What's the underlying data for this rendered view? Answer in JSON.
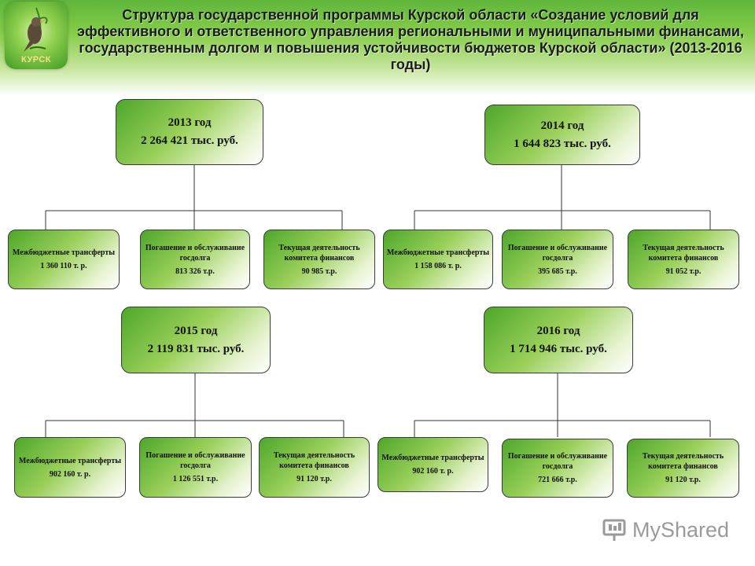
{
  "logo": {
    "text": "КУРСК"
  },
  "title": "Структура государственной программы Курской области «Создание условий для эффективного и ответственного управления региональными и муниципальными финансами, государственным долгом и повышения устойчивости бюджетов Курской области» (2013-2016 годы)",
  "years": [
    {
      "year": "2013 год",
      "total": "2 264 421 тыс. руб.",
      "items": [
        {
          "label": "Межбюджетные трансферты",
          "value": "1 360 110 т. р."
        },
        {
          "label": "Погашение и обслуживание госдолга",
          "value": "813 326 т.р."
        },
        {
          "label": "Текущая деятельность комитета финансов",
          "value": "90 985 т.р."
        }
      ]
    },
    {
      "year": "2014 год",
      "total": "1 644 823 тыс. руб.",
      "items": [
        {
          "label": "Межбюджетные трансферты",
          "value": "1 158 086 т. р."
        },
        {
          "label": "Погашение и обслуживание госдолга",
          "value": "395 685 т.р."
        },
        {
          "label": "Текущая деятельность комитета финансов",
          "value": "91 052 т.р."
        }
      ]
    },
    {
      "year": "2015 год",
      "total": "2 119 831 тыс. руб.",
      "items": [
        {
          "label": "Межбюджетные трансферты",
          "value": "902 160 т. р."
        },
        {
          "label": "Погашение и обслуживание госдолга",
          "value": "1 126 551 т.р."
        },
        {
          "label": "Текущая деятельность комитета финансов",
          "value": "91 120 т.р."
        }
      ]
    },
    {
      "year": "2016 год",
      "total": "1 714 946 тыс. руб.",
      "items": [
        {
          "label": "Межбюджетные трансферты",
          "value": "902 160 т. р."
        },
        {
          "label": "Погашение и обслуживание госдолга",
          "value": "721 666 т.р."
        },
        {
          "label": "Текущая деятельность комитета финансов",
          "value": "91 120 т.р."
        }
      ]
    }
  ],
  "watermark": {
    "text": "MyShared",
    "icon": "presentation-icon"
  }
}
